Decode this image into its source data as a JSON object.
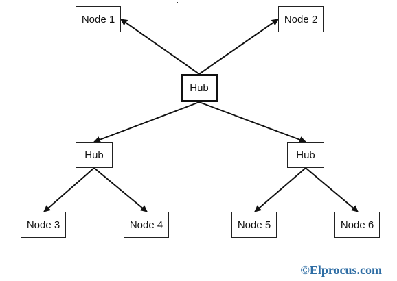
{
  "diagram": {
    "nodes": {
      "node1": "Node 1",
      "node2": "Node 2",
      "hub_root": "Hub",
      "hub_left": "Hub",
      "hub_right": "Hub",
      "node3": "Node 3",
      "node4": "Node 4",
      "node5": "Node 5",
      "node6": "Node 6"
    },
    "edges": [
      {
        "from": "hub_root",
        "to": "node1"
      },
      {
        "from": "hub_root",
        "to": "node2"
      },
      {
        "from": "hub_root",
        "to": "hub_left"
      },
      {
        "from": "hub_root",
        "to": "hub_right"
      },
      {
        "from": "hub_left",
        "to": "node3"
      },
      {
        "from": "hub_left",
        "to": "node4"
      },
      {
        "from": "hub_right",
        "to": "node5"
      },
      {
        "from": "hub_right",
        "to": "node6"
      }
    ],
    "line_color": "#111111"
  },
  "watermark": "©Elprocus.com",
  "watermark_color": "#2e6da4"
}
